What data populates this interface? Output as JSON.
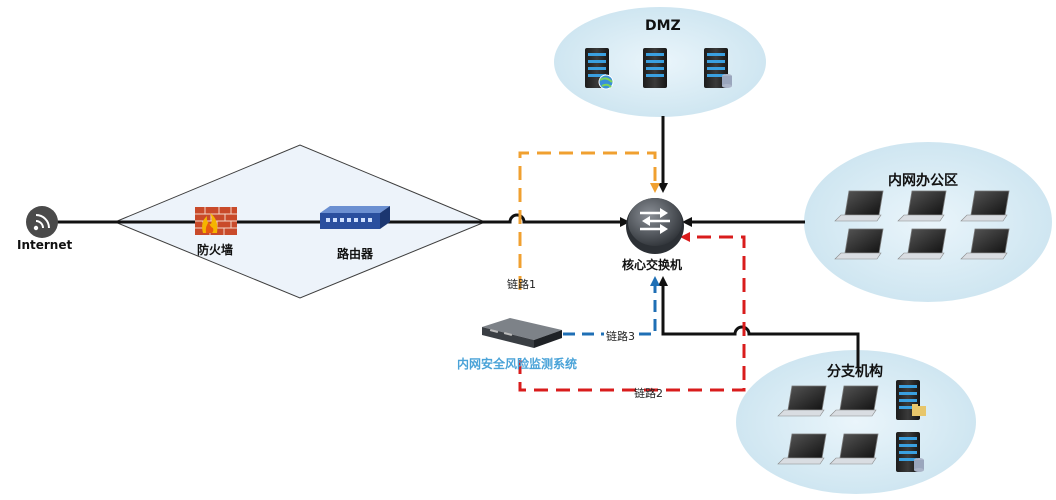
{
  "labels": {
    "internet": "Internet",
    "firewall": "防火墙",
    "router": "路由器",
    "dmz": "DMZ",
    "core_switch": "核心交换机",
    "office": "内网办公区",
    "branch": "分支机构",
    "monitor": "内网安全风险监测系统",
    "link1": "链路1",
    "link2": "链路2",
    "link3": "链路3"
  },
  "colors": {
    "link1": "#f0a030",
    "link2": "#d91c1c",
    "link3": "#1f6fb5",
    "zone_fill": "#d8ecf5",
    "diamond_fill": "#edf3fa"
  },
  "icons": {
    "internet": "wifi-icon",
    "firewall": "firewall-icon",
    "router": "router-icon",
    "core_switch": "switch-icon",
    "monitor": "appliance-icon"
  }
}
